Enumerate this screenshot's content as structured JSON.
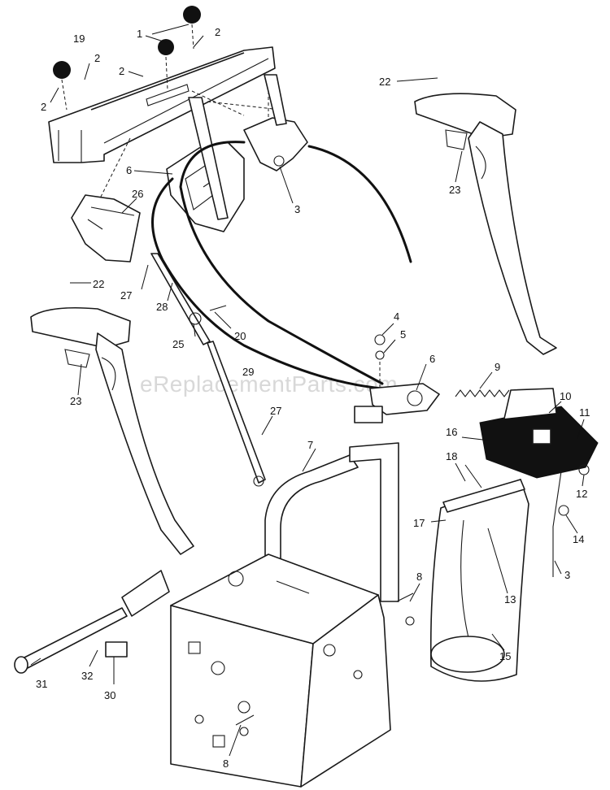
{
  "watermark": "eReplacementParts.com",
  "callouts": [
    {
      "id": "c-1",
      "label": "1"
    },
    {
      "id": "c-2a",
      "label": "2"
    },
    {
      "id": "c-2b",
      "label": "2"
    },
    {
      "id": "c-2c",
      "label": "2"
    },
    {
      "id": "c-2d",
      "label": "2"
    },
    {
      "id": "c-19",
      "label": "19"
    },
    {
      "id": "c-22a",
      "label": "22"
    },
    {
      "id": "c-22b",
      "label": "22"
    },
    {
      "id": "c-23a",
      "label": "23"
    },
    {
      "id": "c-23b",
      "label": "23"
    },
    {
      "id": "c-6a",
      "label": "6"
    },
    {
      "id": "c-6b",
      "label": "6"
    },
    {
      "id": "c-3a",
      "label": "3"
    },
    {
      "id": "c-3b",
      "label": "3"
    },
    {
      "id": "c-26",
      "label": "26"
    },
    {
      "id": "c-27a",
      "label": "27"
    },
    {
      "id": "c-27b",
      "label": "27"
    },
    {
      "id": "c-28",
      "label": "28"
    },
    {
      "id": "c-25",
      "label": "25"
    },
    {
      "id": "c-20",
      "label": "20"
    },
    {
      "id": "c-29",
      "label": "29"
    },
    {
      "id": "c-4",
      "label": "4"
    },
    {
      "id": "c-5",
      "label": "5"
    },
    {
      "id": "c-9",
      "label": "9"
    },
    {
      "id": "c-10",
      "label": "10"
    },
    {
      "id": "c-11",
      "label": "11"
    },
    {
      "id": "c-16",
      "label": "16"
    },
    {
      "id": "c-18",
      "label": "18"
    },
    {
      "id": "c-7",
      "label": "7"
    },
    {
      "id": "c-12",
      "label": "12"
    },
    {
      "id": "c-17",
      "label": "17"
    },
    {
      "id": "c-14",
      "label": "14"
    },
    {
      "id": "c-13",
      "label": "13"
    },
    {
      "id": "c-8a",
      "label": "8"
    },
    {
      "id": "c-8b",
      "label": "8"
    },
    {
      "id": "c-15",
      "label": "15"
    },
    {
      "id": "c-31",
      "label": "31"
    },
    {
      "id": "c-32",
      "label": "32"
    },
    {
      "id": "c-30",
      "label": "30"
    }
  ]
}
